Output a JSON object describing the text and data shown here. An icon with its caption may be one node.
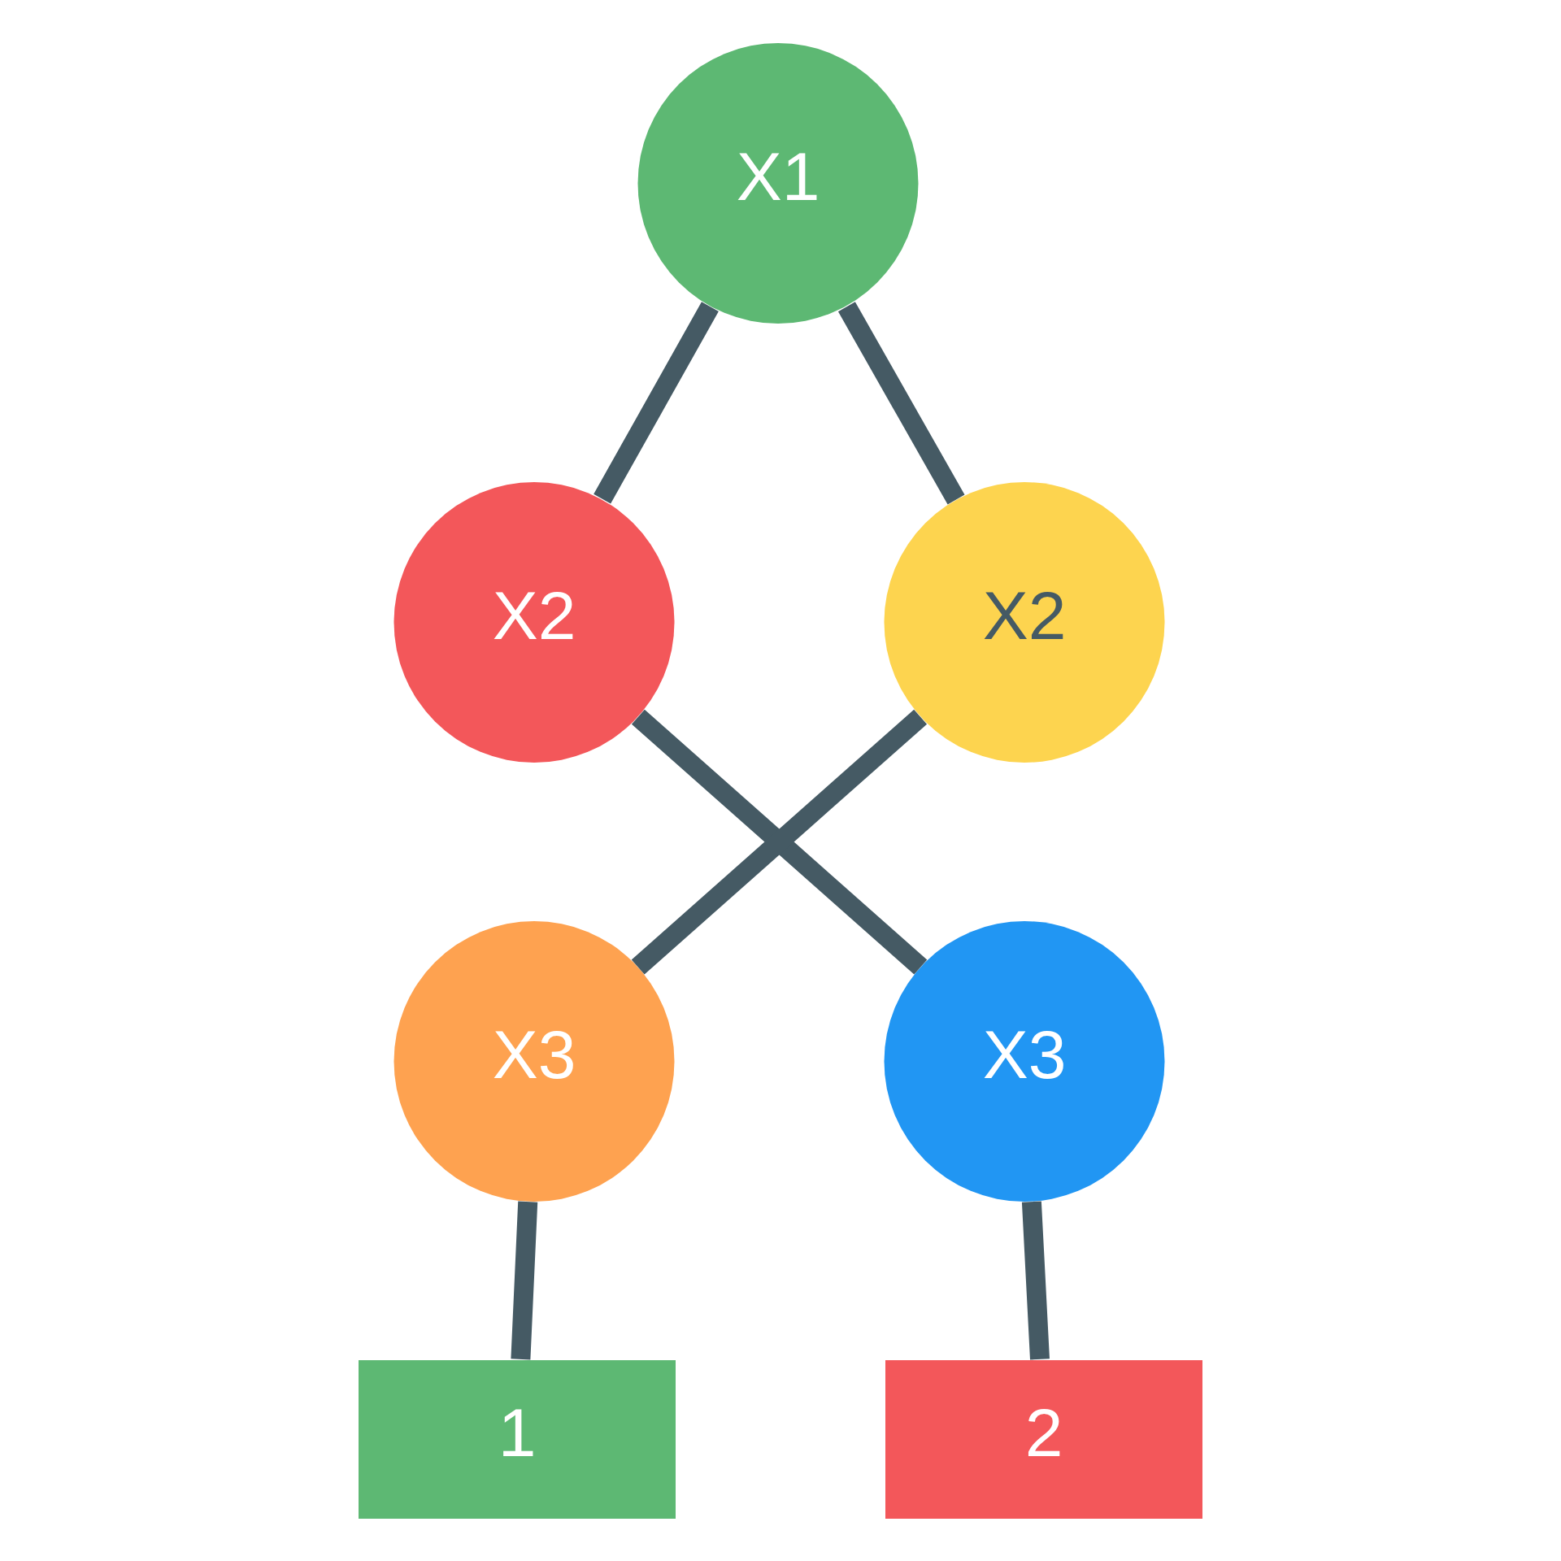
{
  "diagram": {
    "nodes": [
      {
        "text": [
          "X1"
        ]
      },
      {
        "text": [
          "X2"
        ]
      },
      {
        "text": [
          "X2"
        ]
      },
      {
        "text": [
          "X3"
        ]
      },
      {
        "text": [
          "X3"
        ]
      },
      {
        "text": [
          "1"
        ]
      },
      {
        "text": [
          "2"
        ]
      }
    ],
    "edges": [
      {
        "from": 0,
        "to": 1,
        "arrow": "none"
      },
      {
        "from": 0,
        "to": 2,
        "arrow": "none"
      },
      {
        "from": 1,
        "to": 4,
        "arrow": "none"
      },
      {
        "from": 2,
        "to": 3,
        "arrow": "none"
      },
      {
        "from": 3,
        "to": 5,
        "arrow": "none"
      },
      {
        "from": 4,
        "to": 6,
        "arrow": "none"
      }
    ]
  }
}
